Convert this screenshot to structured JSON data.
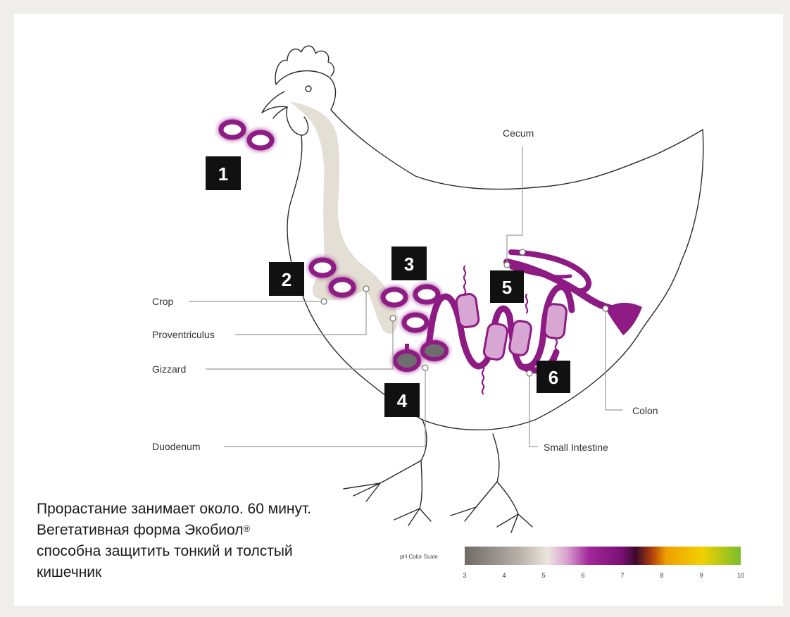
{
  "labels": {
    "crop": "Crop",
    "proventriculus": "Proventriculus",
    "gizzard": "Gizzard",
    "duodenum": "Duodenum",
    "cecum": "Cecum",
    "colon": "Colon",
    "small_intestine": "Small Intestine"
  },
  "steps": [
    "1",
    "2",
    "3",
    "4",
    "5",
    "6"
  ],
  "ph_scale": {
    "title": "pH Color Scale",
    "ticks": [
      "3",
      "4",
      "5",
      "6",
      "7",
      "8",
      "9",
      "10"
    ]
  },
  "caption": {
    "line1": "Прорастание занимает около. 60 минут.",
    "line2a": "Вегетативная форма Экобиол",
    "line2sup": "®",
    "line2b": "способна защитить тонкий и толстый кишечник"
  },
  "colors": {
    "spore_ring": "#8e1a84",
    "intestine": "#8e1a84",
    "intestine_light": "#d8a6d2",
    "esophagus": "#e2ddd2",
    "step_box": "#111111",
    "gizzard_fill": "#6e6e6e"
  }
}
